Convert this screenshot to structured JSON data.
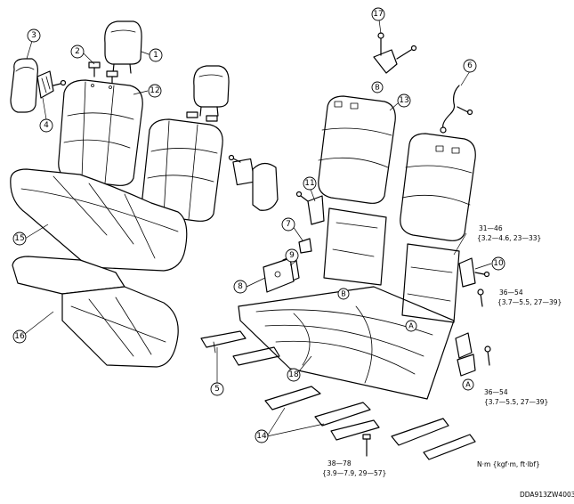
{
  "callouts": [
    {
      "id": "c1",
      "label": "1"
    },
    {
      "id": "c2",
      "label": "2"
    },
    {
      "id": "c3",
      "label": "3"
    },
    {
      "id": "c4",
      "label": "4"
    },
    {
      "id": "c5",
      "label": "5"
    },
    {
      "id": "c6",
      "label": "6"
    },
    {
      "id": "c7",
      "label": "7"
    },
    {
      "id": "c8",
      "label": "8"
    },
    {
      "id": "c9",
      "label": "9"
    },
    {
      "id": "c10",
      "label": "10"
    },
    {
      "id": "c11",
      "label": "11"
    },
    {
      "id": "c12",
      "label": "12"
    },
    {
      "id": "c13",
      "label": "13"
    },
    {
      "id": "c14",
      "label": "14"
    },
    {
      "id": "c15",
      "label": "15"
    },
    {
      "id": "c16",
      "label": "16"
    },
    {
      "id": "c17",
      "label": "17"
    },
    {
      "id": "c18",
      "label": "18"
    }
  ],
  "reference_letters": {
    "b_top": "B",
    "b_mid": "B",
    "a_left": "A",
    "a_right": "A"
  },
  "torque_specs": {
    "t1": {
      "value": "31—46",
      "units": "{3.2—4.6, 23—33}"
    },
    "t2": {
      "value": "36—54",
      "units": "{3.7—5.5, 27—39}"
    },
    "t3": {
      "value": "36—54",
      "units": "{3.7—5.5, 27—39}"
    },
    "t4": {
      "value": "38—78",
      "units": "{3.9—7.9, 29—57}"
    }
  },
  "units_note": "N·m {kgf·m, ft·lbf}",
  "doc_id": "DDA913ZW4003"
}
